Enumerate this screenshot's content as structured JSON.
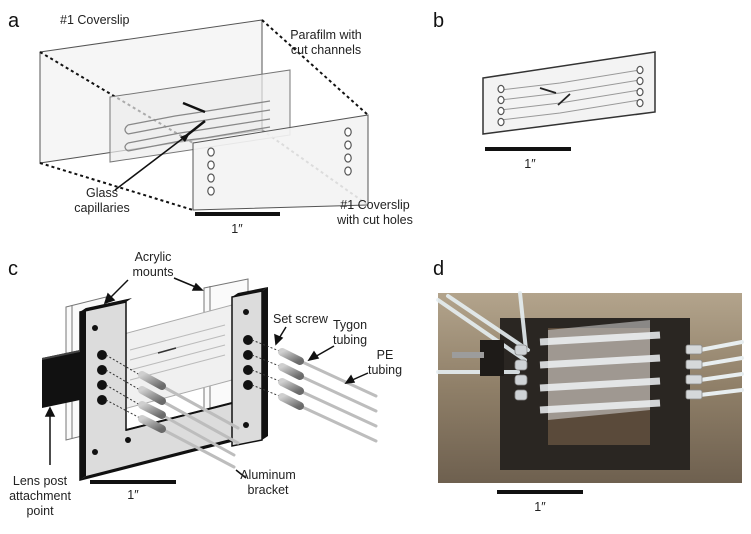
{
  "panels": {
    "a": {
      "letter": "a",
      "coverslip_top": "#1 Coverslip",
      "parafilm": [
        "Parafilm with",
        "cut channels"
      ],
      "glass": [
        "Glass",
        "capillaries"
      ],
      "coverslip_holes": [
        "#1 Coverslip",
        "with cut holes"
      ],
      "scale": "1″"
    },
    "b": {
      "letter": "b",
      "scale": "1″"
    },
    "c": {
      "letter": "c",
      "acrylic": [
        "Acrylic",
        "mounts"
      ],
      "set_screw": "Set screw",
      "tygon": [
        "Tygon",
        "tubing"
      ],
      "pe": [
        "PE",
        "tubing"
      ],
      "lens": [
        "Lens post",
        "attachment",
        "point"
      ],
      "aluminum": [
        "Aluminum",
        "bracket"
      ],
      "scale": "1″"
    },
    "d": {
      "letter": "d",
      "scale": "1″"
    }
  },
  "colors": {
    "line": "#222222",
    "bracket": "#1a1a1a",
    "bracket_face": "#e6e6e6",
    "glass": "#f2f2f2",
    "tube_grey": "#8a8a8a",
    "photo_bg": "#8a7a66"
  }
}
